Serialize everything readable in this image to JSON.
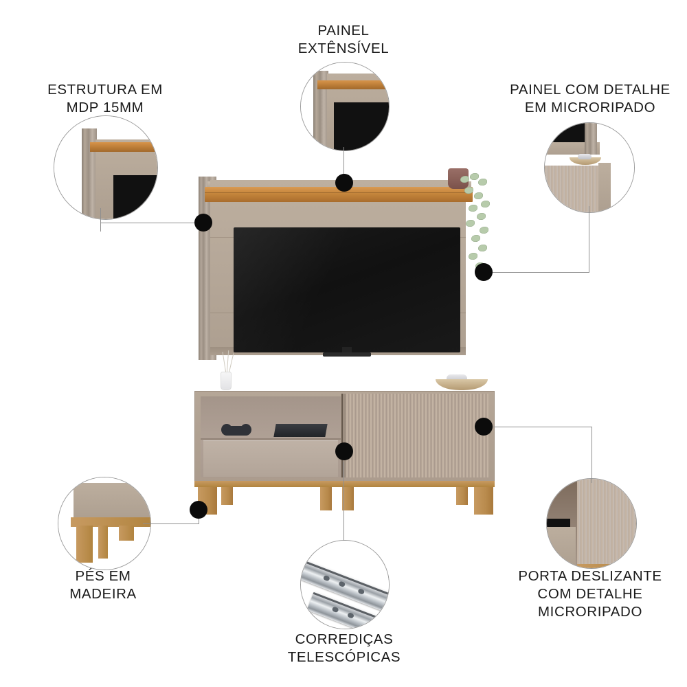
{
  "infographic": {
    "product": "Painel com bancada / rack para TV",
    "background_color": "#ffffff",
    "accent_dot_color": "#0b0b0b",
    "leader_line_color": "#8e8e8e",
    "circle_border_color": "#9a9a9a"
  },
  "callouts": [
    {
      "id": "estrutura-mdp",
      "label": "ESTRUTURA EM\nMDP 15MM",
      "detail_image": "panel-corner-with-wood-trim",
      "position": "top-left"
    },
    {
      "id": "painel-extensivel",
      "label": "PAINEL\nEXTÊNSÍVEL",
      "detail_image": "extendable-panel-edge",
      "position": "top-center"
    },
    {
      "id": "painel-microripado",
      "label": "PAINEL COM DETALHE\nEM MICRORIPADO",
      "detail_image": "panel-corner-and-ribbed-cabinet",
      "position": "top-right"
    },
    {
      "id": "pes-madeira",
      "label": "PÉS EM\nMADEIRA",
      "detail_image": "wooden-feet-corner",
      "position": "bottom-left"
    },
    {
      "id": "corredicas-telescopicas",
      "label": "CORREDIÇAS\nTELESCÓPICAS",
      "detail_image": "chrome-telescopic-drawer-slides",
      "position": "bottom-center"
    },
    {
      "id": "porta-deslizante",
      "label": "PORTA DESLIZANTE\nCOM DETALHE\nMICRORIPADO",
      "detail_image": "ribbed-sliding-door",
      "position": "bottom-right"
    }
  ],
  "product_parts": {
    "tv_screen": "black-tv-screen",
    "top_shelf": "wood-top-trim",
    "plant": "potted-trailing-plant",
    "open_niche": "open-shelf-with-console-and-controller",
    "drawer": "front-drawer",
    "sliding_door": "ribbed-sliding-door",
    "feet": "wooden-feet",
    "bowl": "decorative-bowl",
    "diffuser": "reed-diffuser"
  },
  "colors": {
    "panel": "#b6a899",
    "wood": "#b87a35",
    "screen": "#111111",
    "rib": "#c3b3a3",
    "foot": "#b98b4d"
  }
}
